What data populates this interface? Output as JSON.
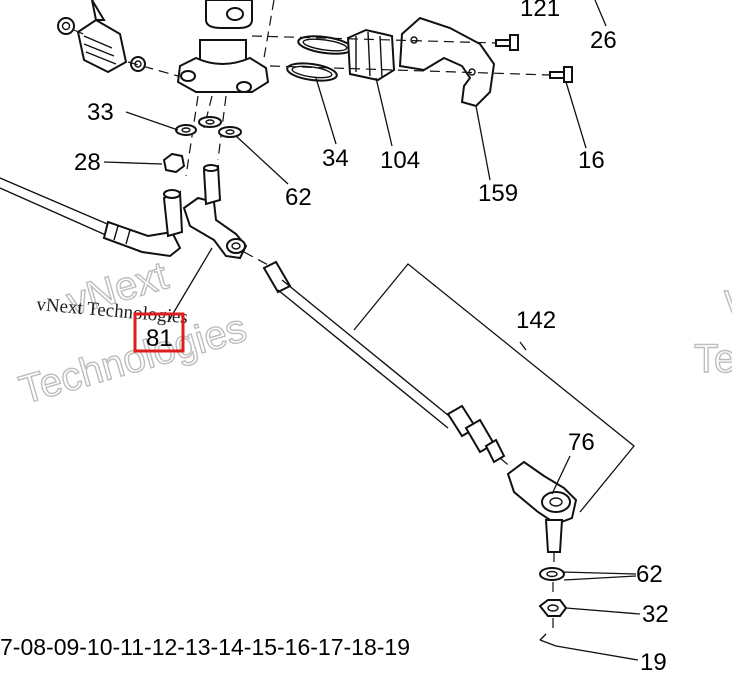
{
  "callouts": {
    "c121": "121",
    "c26": "26",
    "c33": "33",
    "c28": "28",
    "c34": "34",
    "c104": "104",
    "c16": "16",
    "c62a": "62",
    "c159": "159",
    "c142": "142",
    "c81": "81",
    "c76": "76",
    "c62b": "62",
    "c32": "32",
    "c19": "19"
  },
  "sequence": "7-08-09-10-11-12-13-14-15-16-17-18-19",
  "watermark": {
    "company": "vNext Technologies",
    "big_line1": "vNext",
    "big_line2": "Technologies",
    "right_line1": "v",
    "right_line2": "Te"
  },
  "highlight_color": "#e01b1b"
}
